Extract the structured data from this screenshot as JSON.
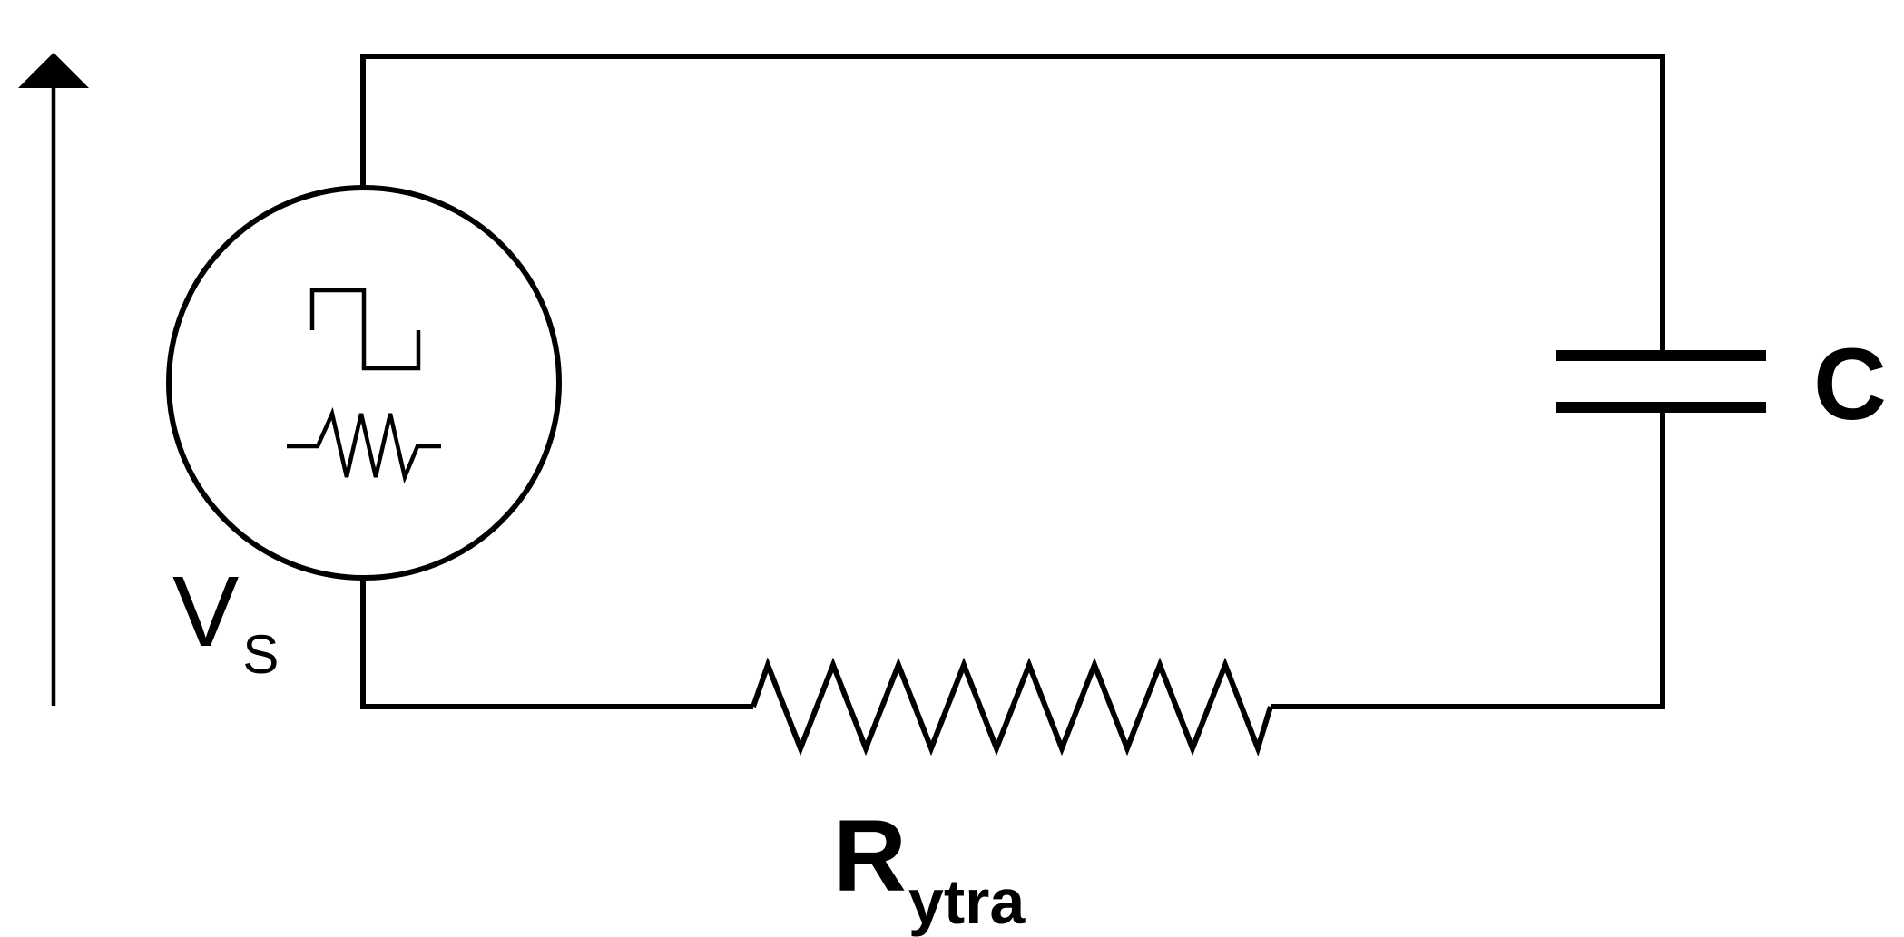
{
  "labels": {
    "source_main": "V",
    "source_sub": "S",
    "capacitor": "C",
    "resistor_main": "R",
    "resistor_sub": "ytra"
  },
  "colors": {
    "stroke": "#000000",
    "background": "#ffffff"
  },
  "icons": {
    "source": "square-wave-source-icon",
    "internal_resistor": "resistor-icon",
    "resistor": "resistor-icon",
    "capacitor": "capacitor-icon",
    "voltage_arrow": "arrow-up-icon"
  }
}
